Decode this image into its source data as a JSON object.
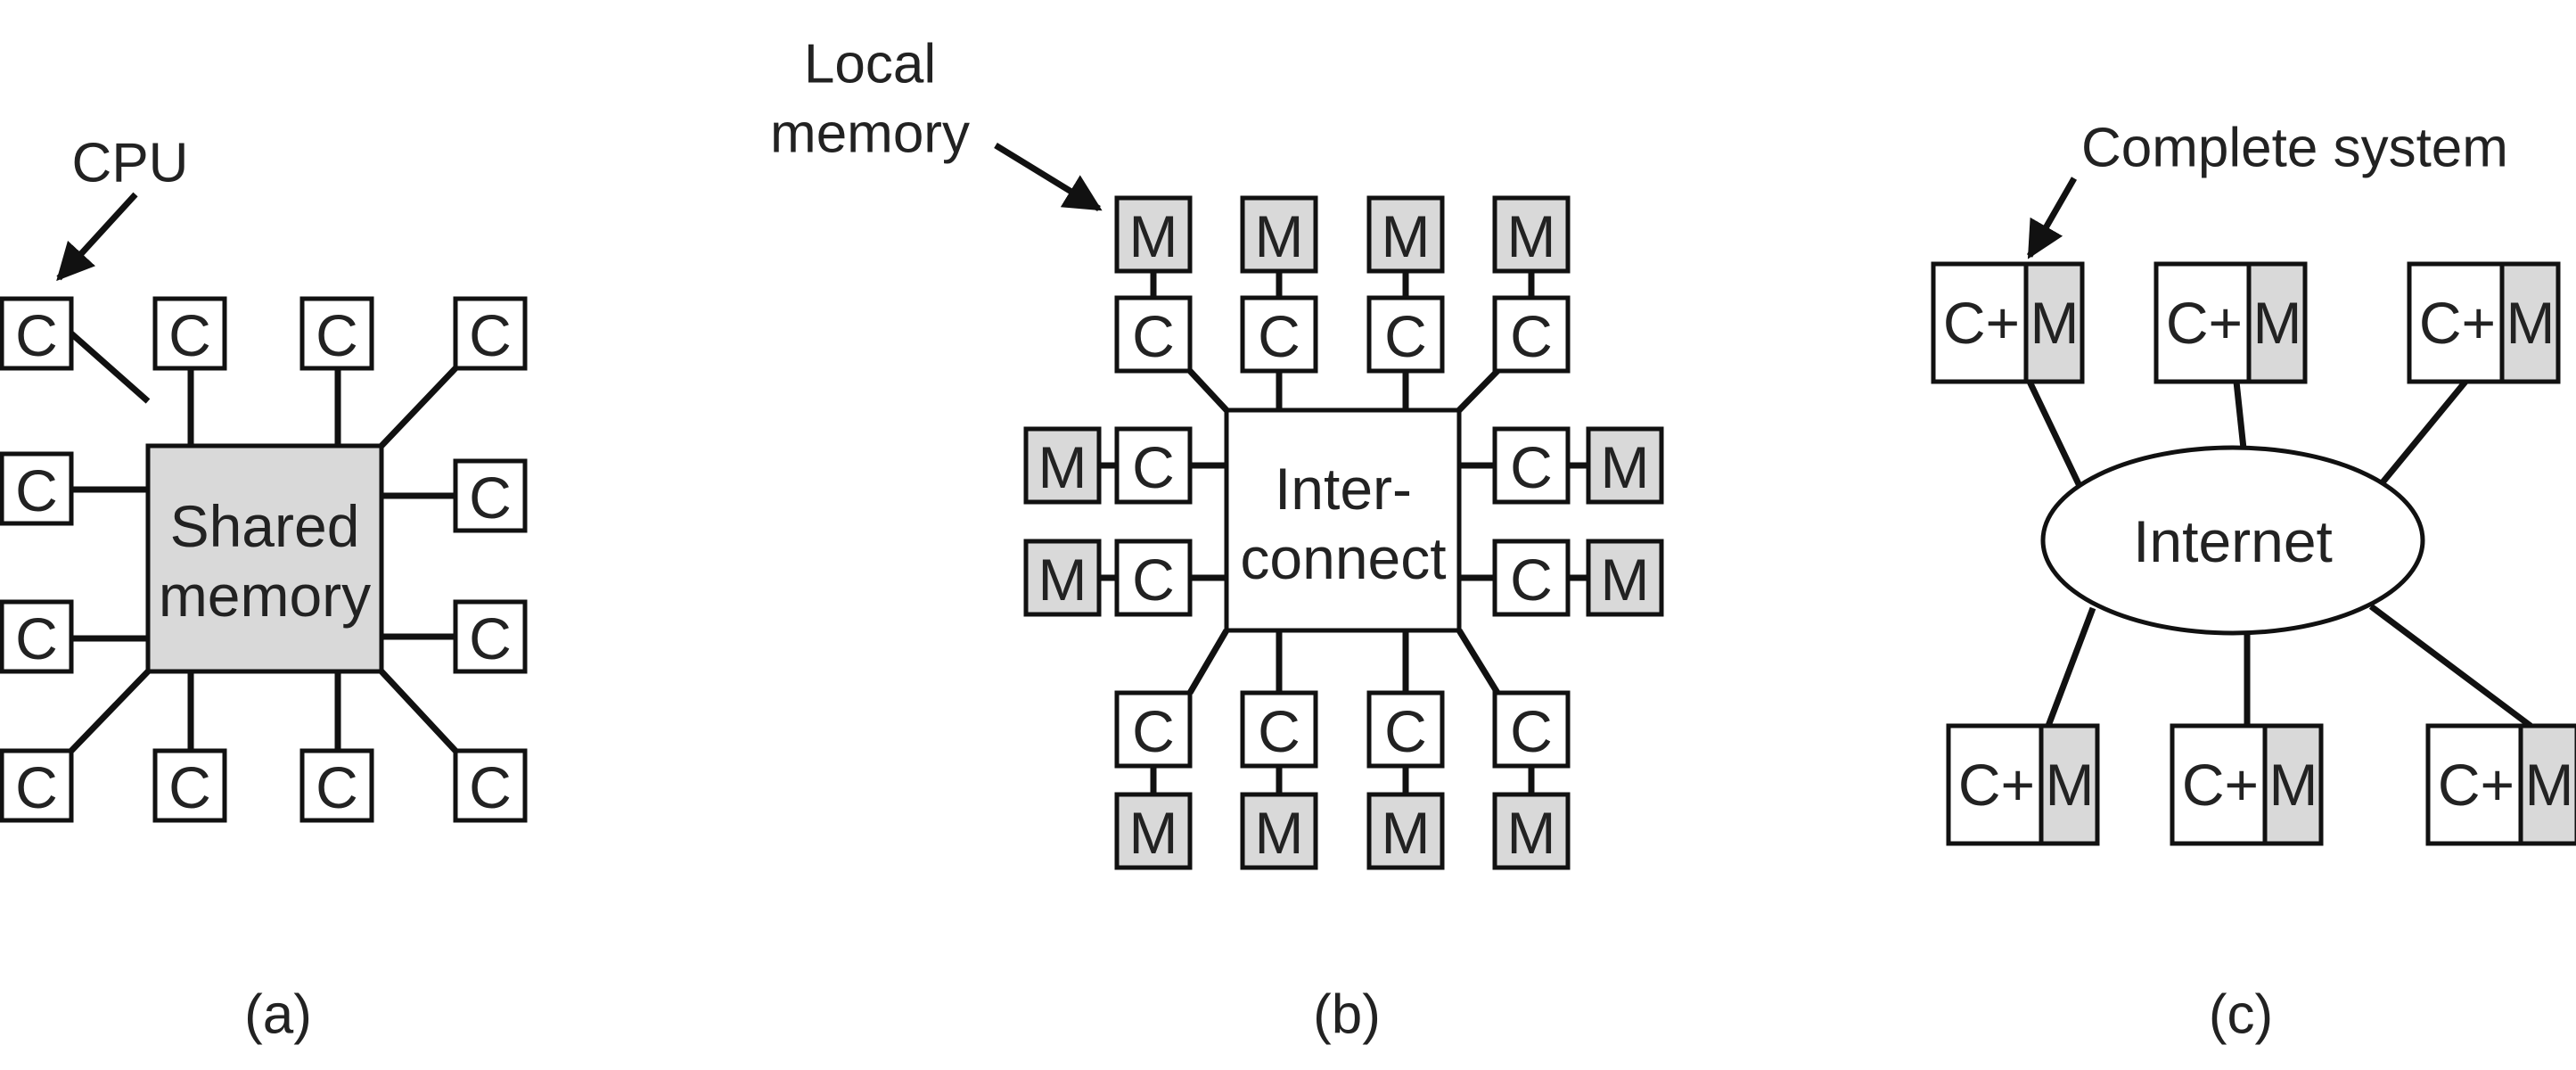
{
  "colors": {
    "memory_fill": "#d9d9d9",
    "box_fill": "#ffffff",
    "line": "#111111"
  },
  "panel_a": {
    "annotation": "CPU",
    "cpu_label": "C",
    "shared_memory_line1": "Shared",
    "shared_memory_line2": "memory",
    "caption": "(a)"
  },
  "panel_b": {
    "annotation_line1": "Local",
    "annotation_line2": "memory",
    "cpu_label": "C",
    "memory_label": "M",
    "interconnect_line1": "Inter-",
    "interconnect_line2": "connect",
    "caption": "(b)"
  },
  "panel_c": {
    "annotation": "Complete system",
    "node_cpu_label": "C+",
    "node_mem_label": "M",
    "network_label": "Internet",
    "caption": "(c)"
  }
}
